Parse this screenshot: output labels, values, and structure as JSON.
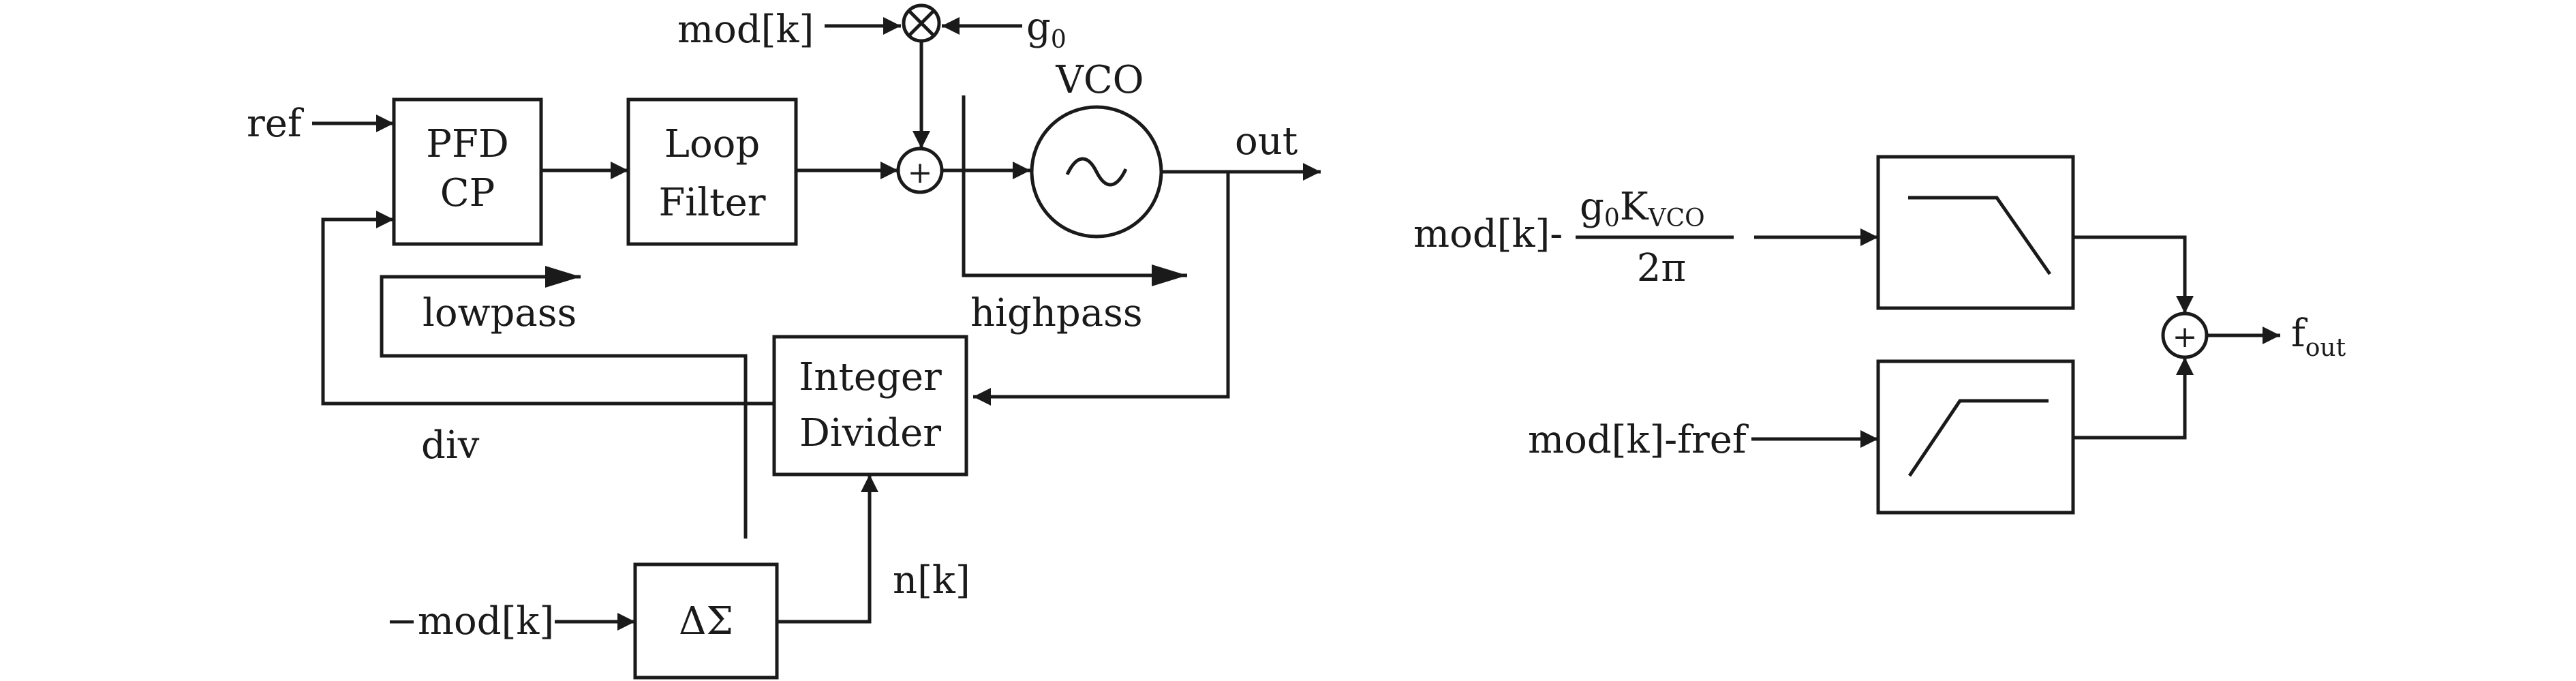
{
  "left_diagram": {
    "blocks": {
      "pfd_line1": "PFD",
      "pfd_line2": "CP",
      "loop_filter_line1": "Loop",
      "loop_filter_line2": "Filter",
      "vco_label": "VCO",
      "divider_line1": "Integer",
      "divider_line2": "Divider",
      "delta_sigma": "ΔΣ",
      "multiplier_symbol": "⊗",
      "summer_symbol": "+",
      "vco_symbol": "∼"
    },
    "signals": {
      "ref": "ref",
      "out": "out",
      "div": "div",
      "mod_k": "mod[k]",
      "g_base": "g",
      "g_sub": "0",
      "neg_mod_k": "−mod[k]",
      "n_k": "n[k]",
      "lowpass": "lowpass",
      "highpass": "highpass"
    }
  },
  "right_diagram": {
    "top_input_prefix": "mod[k]-",
    "top_frac_num_g": "g",
    "top_frac_num_g_sub": "0",
    "top_frac_num_k": "K",
    "top_frac_num_k_sub": "VCO",
    "top_frac_den": "2π",
    "bottom_input": "mod[k]-fref",
    "summer_symbol": "+",
    "output_base": "f",
    "output_sub": "out",
    "top_filter": "lowpass-response",
    "bottom_filter": "highpass-response"
  },
  "colors": {
    "ink": "#1a1a1a",
    "background": "#ffffff"
  }
}
